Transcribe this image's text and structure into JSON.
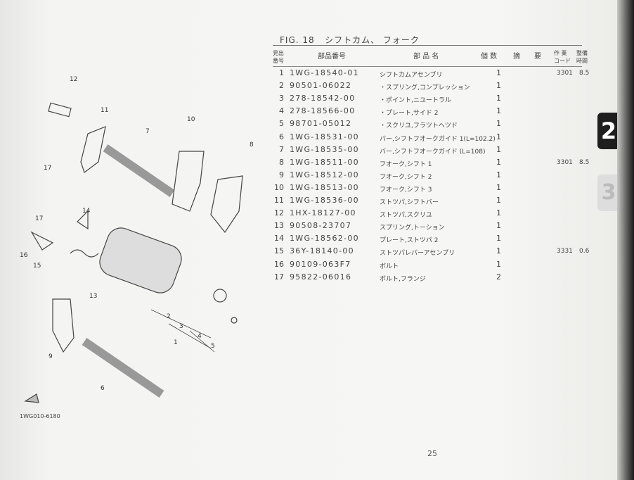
{
  "figure": {
    "title": "FIG. 18",
    "name": "シフトカム、 フォーク",
    "diagram_code": "1WG010-6180"
  },
  "headers": {
    "ref_no": "見出番号",
    "part_no": "部品番号",
    "part_name": "部 品 名",
    "qty": "個 数",
    "remarks": "摘　　要",
    "work_code": "作 業コード",
    "hours": "整備時間"
  },
  "rows": [
    {
      "no": "1",
      "part": "1WG-18540-01",
      "name": "シフトカムアセンブリ",
      "qty": "1",
      "code": "3301",
      "time": "8.5"
    },
    {
      "no": "2",
      "part": "90501-06022",
      "name": "・スプリング,コンプレッション",
      "qty": "1",
      "code": "",
      "time": ""
    },
    {
      "no": "3",
      "part": "278-18542-00",
      "name": "・ポイント,ニユートラル",
      "qty": "1",
      "code": "",
      "time": ""
    },
    {
      "no": "4",
      "part": "278-18566-00",
      "name": "・プレート,サイド 2",
      "qty": "1",
      "code": "",
      "time": ""
    },
    {
      "no": "5",
      "part": "98701-05012",
      "name": "・スクリユ,フラツトヘツド",
      "qty": "1",
      "code": "",
      "time": ""
    },
    {
      "no": "6",
      "part": "1WG-18531-00",
      "name": "バー,シフトフオークガイド 1(L=102.2)",
      "qty": "1",
      "code": "",
      "time": ""
    },
    {
      "no": "7",
      "part": "1WG-18535-00",
      "name": "バー,シフトフオークガイド (L=108)",
      "qty": "1",
      "code": "",
      "time": ""
    },
    {
      "no": "8",
      "part": "1WG-18511-00",
      "name": "フオーク,シフト 1",
      "qty": "1",
      "code": "3301",
      "time": "8.5"
    },
    {
      "no": "9",
      "part": "1WG-18512-00",
      "name": "フオーク,シフト 2",
      "qty": "1",
      "code": "",
      "time": ""
    },
    {
      "no": "10",
      "part": "1WG-18513-00",
      "name": "フオーク,シフト 3",
      "qty": "1",
      "code": "",
      "time": ""
    },
    {
      "no": "11",
      "part": "1WG-18536-00",
      "name": "ストツパ,シフトバー",
      "qty": "1",
      "code": "",
      "time": ""
    },
    {
      "no": "12",
      "part": "1HX-18127-00",
      "name": "ストツパ,スクリユ",
      "qty": "1",
      "code": "",
      "time": ""
    },
    {
      "no": "13",
      "part": "90508-23707",
      "name": "スプリング,トーション",
      "qty": "1",
      "code": "",
      "time": ""
    },
    {
      "no": "14",
      "part": "1WG-18562-00",
      "name": "プレート,ストツパ 2",
      "qty": "1",
      "code": "",
      "time": ""
    },
    {
      "no": "15",
      "part": "36Y-18140-00",
      "name": "ストツパレバーアセンブリ",
      "qty": "1",
      "code": "3331",
      "time": "0.6"
    },
    {
      "no": "16",
      "part": "90109-063F7",
      "name": "ボルト",
      "qty": "1",
      "code": "",
      "time": ""
    },
    {
      "no": "17",
      "part": "95822-06016",
      "name": "ボルト,フランジ",
      "qty": "2",
      "code": "",
      "time": ""
    }
  ],
  "callouts": [
    "12",
    "11",
    "7",
    "10",
    "8",
    "17",
    "17",
    "14",
    "16",
    "15",
    "13",
    "2",
    "3",
    "4",
    "1",
    "5",
    "9",
    "6"
  ],
  "page_number": "25",
  "section_tab": "2",
  "next_tab": "3"
}
